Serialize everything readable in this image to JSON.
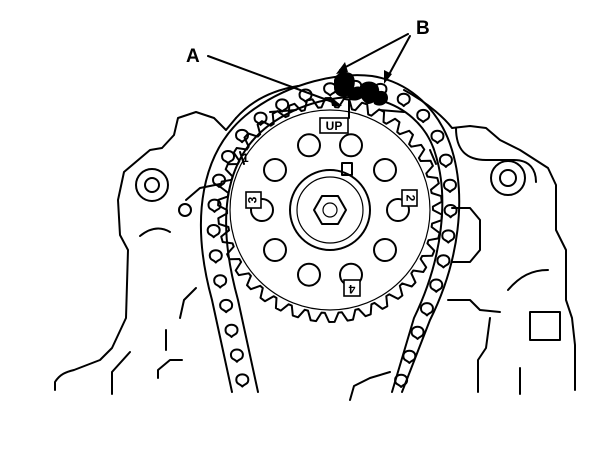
{
  "figure": {
    "callouts": {
      "a": "A",
      "b": "B"
    },
    "gear_marks": {
      "up": "UP",
      "one": "1",
      "two": "2",
      "three": "3",
      "four": "4"
    },
    "colors": {
      "ink": "#000000",
      "paper": "#ffffff"
    }
  }
}
